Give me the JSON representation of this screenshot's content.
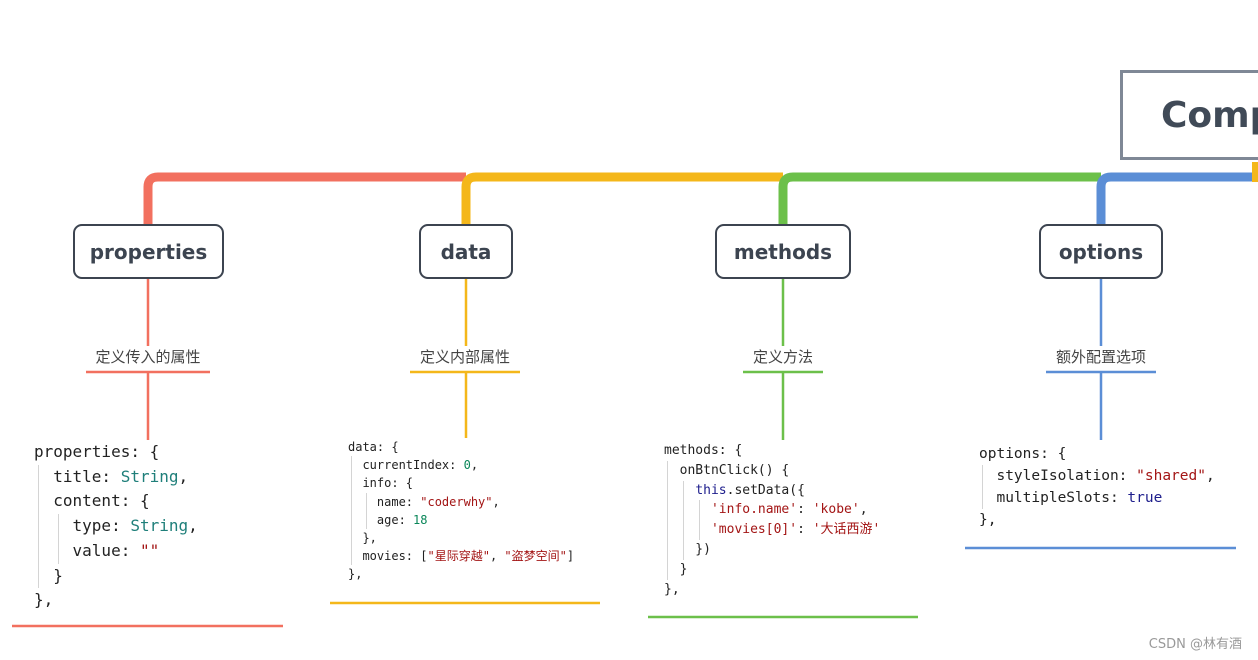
{
  "root": {
    "label": "Comp"
  },
  "branches": [
    {
      "id": "properties",
      "label": "properties",
      "description": "定义传入的属性",
      "color": "#f2705f"
    },
    {
      "id": "data",
      "label": "data",
      "description": "定义内部属性",
      "color": "#f4b71a"
    },
    {
      "id": "methods",
      "label": "methods",
      "description": "定义方法",
      "color": "#6cc04a"
    },
    {
      "id": "options",
      "label": "options",
      "description": "额外配置选项",
      "color": "#5b8ed6"
    }
  ],
  "code": {
    "properties": [
      "properties: {",
      "  title: String,",
      "  content: {",
      "    type: String,",
      "    value: \"\"",
      "  }",
      "},"
    ],
    "data": [
      "data: {",
      "  currentIndex: 0,",
      "  info: {",
      "    name: \"coderwhy\",",
      "    age: 18",
      "  },",
      "  movies: [\"星际穿越\", \"盗梦空间\"]",
      "},"
    ],
    "methods": [
      "methods: {",
      "  onBtnClick() {",
      "    this.setData({",
      "      'info.name': 'kobe',",
      "      'movies[0]': '大话西游'",
      "    })",
      "  }",
      "},"
    ],
    "options": [
      "options: {",
      "  styleIsolation: \"shared\",",
      "  multipleSlots: true",
      "},"
    ]
  },
  "watermark": "CSDN @林有酒"
}
